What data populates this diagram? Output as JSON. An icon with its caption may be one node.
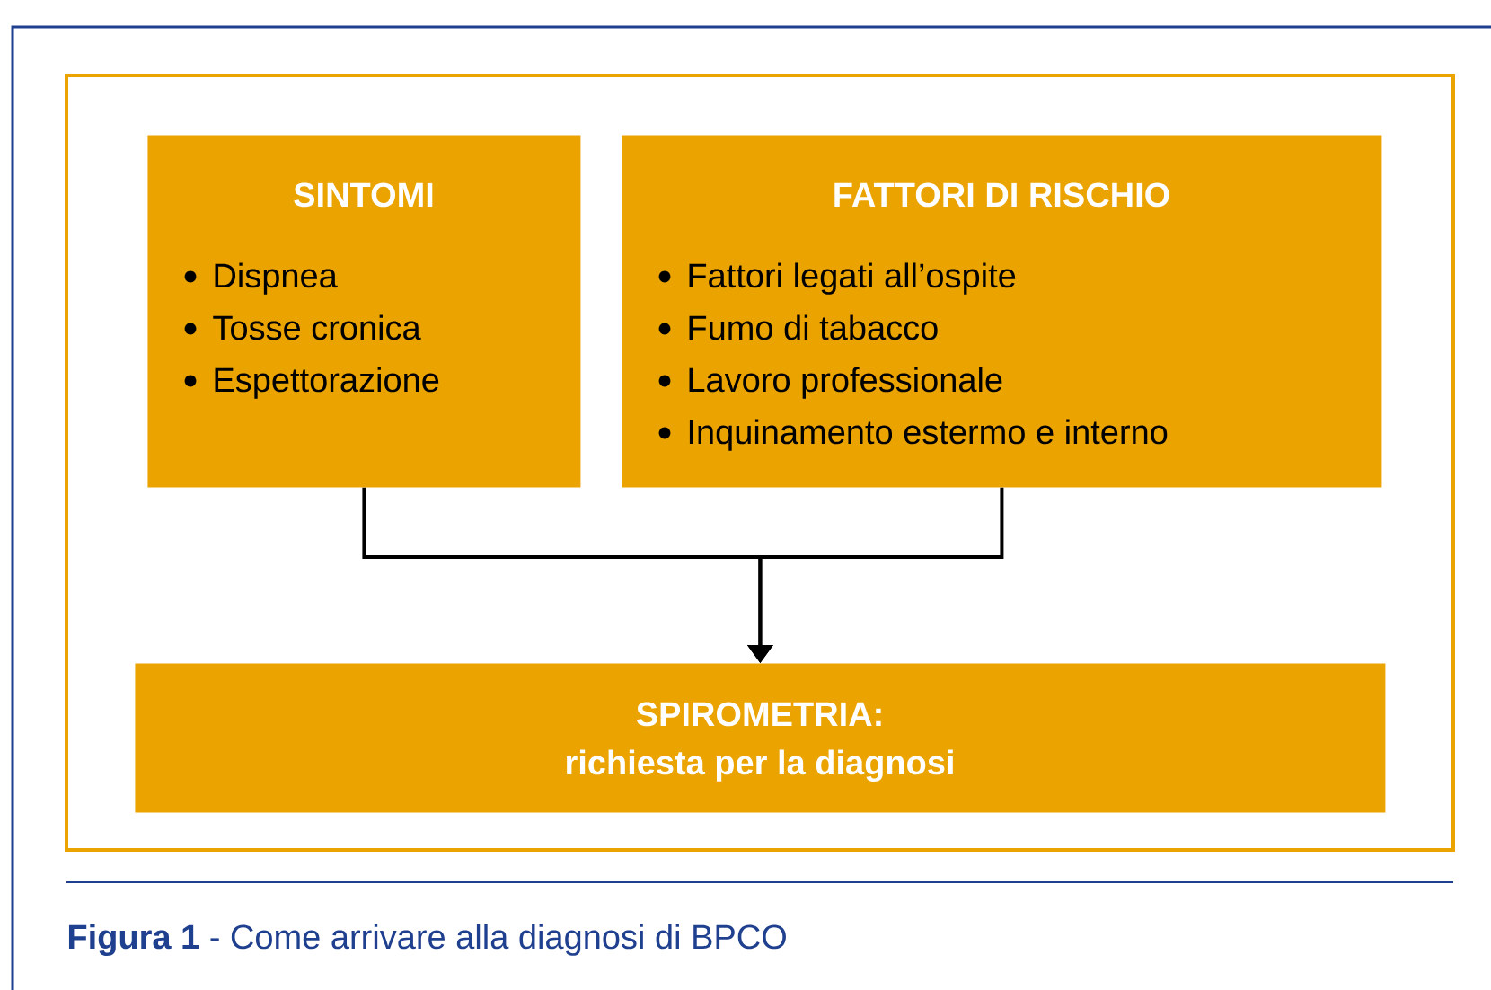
{
  "diagram": {
    "caption": "**Figura 1** - Come arrivare alla diagnosi di BPCO",
    "nodes": [
      {
        "text": [
          "SINTOMI",
          "Dispnea",
          "Tosse cronica",
          "Espettorazione"
        ]
      },
      {
        "text": [
          "FATTORI DI RISCHIO",
          "Fattori legati all’ospite",
          "Fumo di tabacco",
          "Lavoro professionale",
          "Inquinamento estermo e interno"
        ]
      },
      {
        "text": [
          "SPIROMETRIA:",
          "richiesta per la diagnosi"
        ]
      }
    ],
    "edges": [
      {
        "from": 0,
        "to": 2,
        "arrow": "to"
      },
      {
        "from": 1,
        "to": 2,
        "arrow": "to"
      }
    ]
  }
}
